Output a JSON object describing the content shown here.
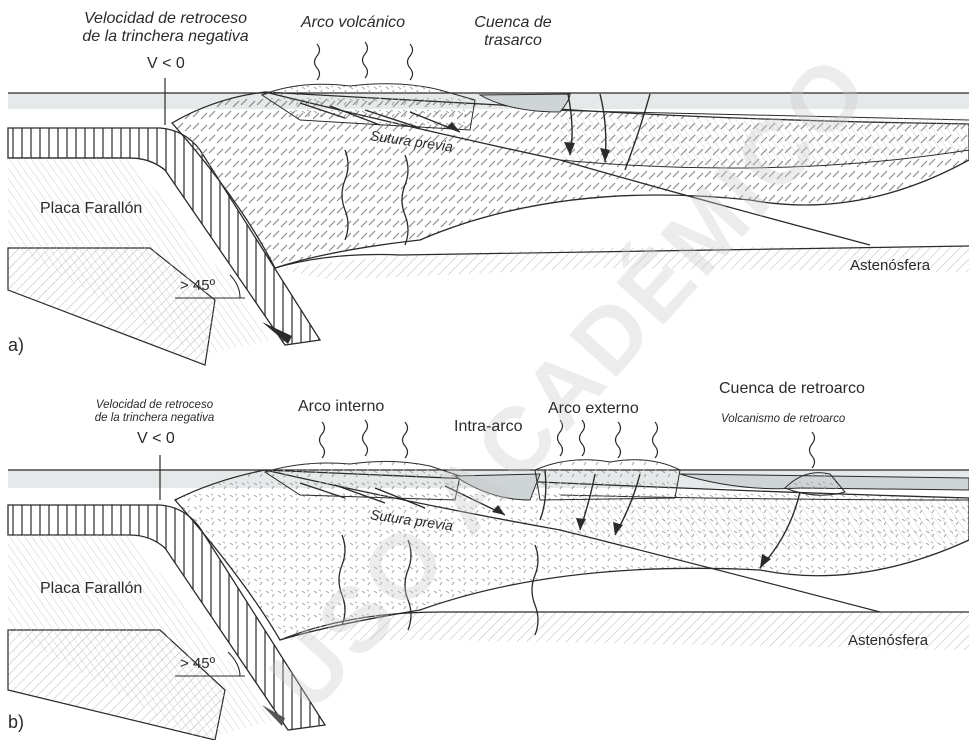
{
  "panel_a": {
    "panel_label": "a)",
    "trench_velocity_line1": "Velocidad de retroceso",
    "trench_velocity_line2": "de la trinchera negativa",
    "velocity_value": "V < 0",
    "volcanic_arc": "Arco volcánico",
    "backarc_basin_line1": "Cuenca de",
    "backarc_basin_line2": "trasarco",
    "previous_suture": "Sutura previa",
    "farallon_plate": "Placa Farallón",
    "dip_angle": "> 45º",
    "asthenosphere": "Astenósfera"
  },
  "panel_b": {
    "panel_label": "b)",
    "trench_velocity_line1": "Velocidad de retroceso",
    "trench_velocity_line2": "de la trinchera negativa",
    "velocity_value": "V < 0",
    "inner_arc": "Arco interno",
    "intra_arc": "Intra-arco",
    "outer_arc": "Arco externo",
    "retroarc_basin": "Cuenca de retroarco",
    "retroarc_volcanism": "Volcanismo de retroarco",
    "previous_suture": "Sutura previa",
    "farallon_plate": "Placa Farallón",
    "dip_angle": "> 45º",
    "asthenosphere": "Astenósfera"
  },
  "watermark": "USO ACADÉMICO",
  "colors": {
    "line": "#2b2b2b",
    "ocean": "#e6e9ea",
    "plate_fill": "#ffffff",
    "wedge_fill": "#f4f4f4",
    "hatch": "#9a9a9a",
    "watermark": "#d0d0d0"
  }
}
